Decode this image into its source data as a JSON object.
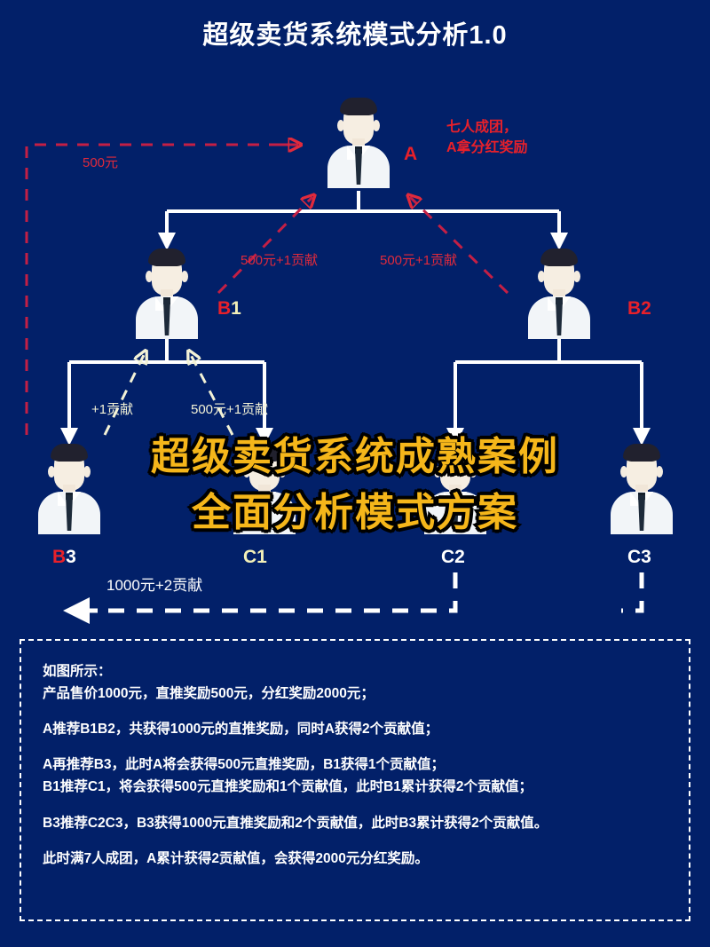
{
  "page": {
    "title": "超级卖货系统模式分析1.0",
    "background_color": "#022069",
    "accent_red": "#e8202a",
    "accent_yellow": "#f5b61a"
  },
  "banner": {
    "line1": "超级卖货系统成熟案例",
    "line2": "全面分析模式方案"
  },
  "callout": {
    "line1": "七人成团，",
    "line2": "A拿分红奖励"
  },
  "nodes": [
    {
      "id": "A",
      "label": "A",
      "color": "red"
    },
    {
      "id": "B1",
      "label_red": "B",
      "label_yellow": "1"
    },
    {
      "id": "B2",
      "label": "B2",
      "color": "red"
    },
    {
      "id": "B3",
      "label_red": "B",
      "label_white": "3"
    },
    {
      "id": "C1",
      "label": "C1",
      "color": "yellow"
    },
    {
      "id": "C2",
      "label": "C2",
      "color": "white"
    },
    {
      "id": "C3",
      "label": "C3",
      "color": "white"
    }
  ],
  "edge_labels": {
    "a_left": "500元",
    "b1_to_a": "500元+1贡献",
    "b2_to_a": "500元+1贡献",
    "b3_to_b1": "+1贡献",
    "c1_to_b1": "500元+1贡献",
    "c_to_b3": "1000元+2贡献"
  },
  "infobox": {
    "lines": [
      "如图所示：",
      "产品售价1000元，直推奖励500元，分红奖励2000元；",
      "",
      "A推荐B1B2，共获得1000元的直推奖励，同时A获得2个贡献值；",
      "",
      "A再推荐B3，此时A将会获得500元直推奖励，B1获得1个贡献值；",
      "B1推荐C1，将会获得500元直推奖励和1个贡献值，此时B1累计获得2个贡献值；",
      "",
      "B3推荐C2C3，B3获得1000元直推奖励和2个贡献值，此时B3累计获得2个贡献值。",
      "",
      "此时满7人成团，A累计获得2贡献值，会获得2000元分红奖励。"
    ]
  }
}
